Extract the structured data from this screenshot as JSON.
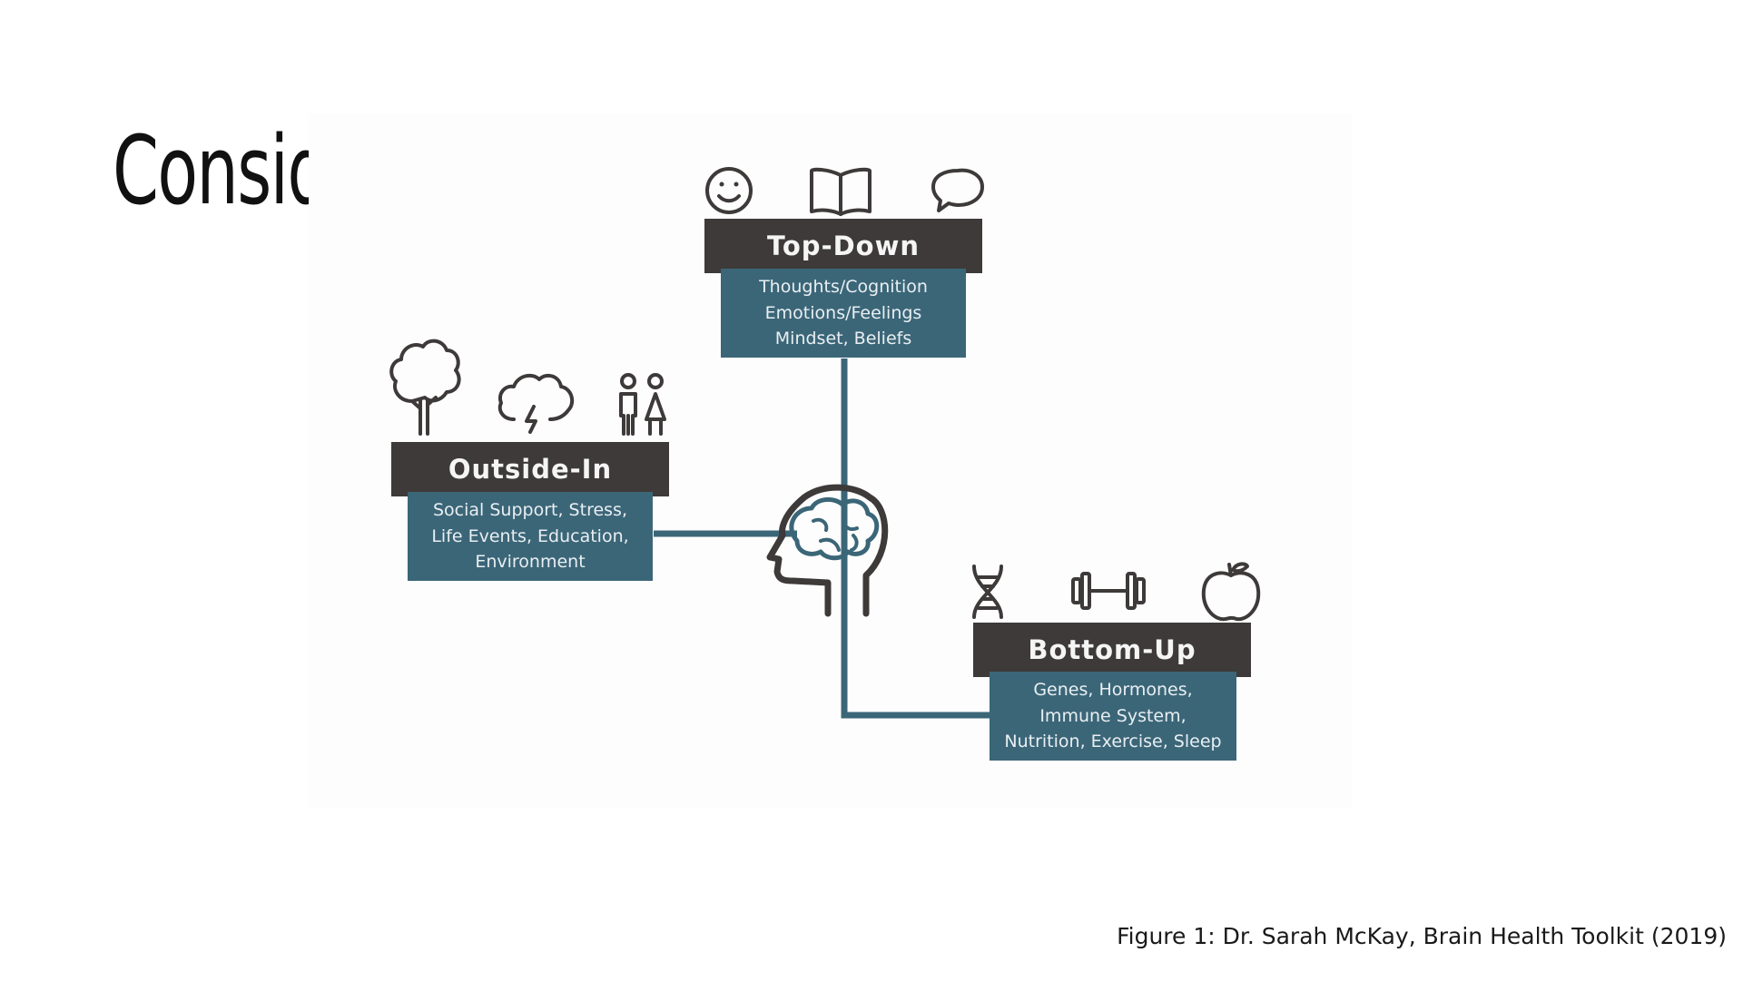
{
  "slide": {
    "title": "Consider:",
    "caption": "Figure 1: Dr. Sarah McKay, Brain Health Toolkit (2019)"
  },
  "diagram": {
    "colors": {
      "banner": "#3d3a39",
      "box": "#3b6678",
      "connector": "#3b6678",
      "icon": "#3d3a39"
    },
    "center_icon": "head-with-brain-icon",
    "top_down": {
      "title": "Top-Down",
      "lines": [
        "Thoughts/Cognition",
        "Emotions/Feelings",
        "Mindset, Beliefs"
      ],
      "icons": [
        "smiley-face-icon",
        "open-book-icon",
        "speech-bubble-icon"
      ]
    },
    "outside_in": {
      "title": "Outside-In",
      "lines": [
        "Social Support, Stress,",
        "Life Events, Education,",
        "Environment"
      ],
      "icons": [
        "tree-icon",
        "storm-cloud-icon",
        "people-icon"
      ]
    },
    "bottom_up": {
      "title": "Bottom-Up",
      "lines": [
        "Genes, Hormones,",
        "Immune System,",
        "Nutrition, Exercise, Sleep"
      ],
      "icons": [
        "dna-icon",
        "dumbbell-icon",
        "apple-icon"
      ]
    }
  }
}
